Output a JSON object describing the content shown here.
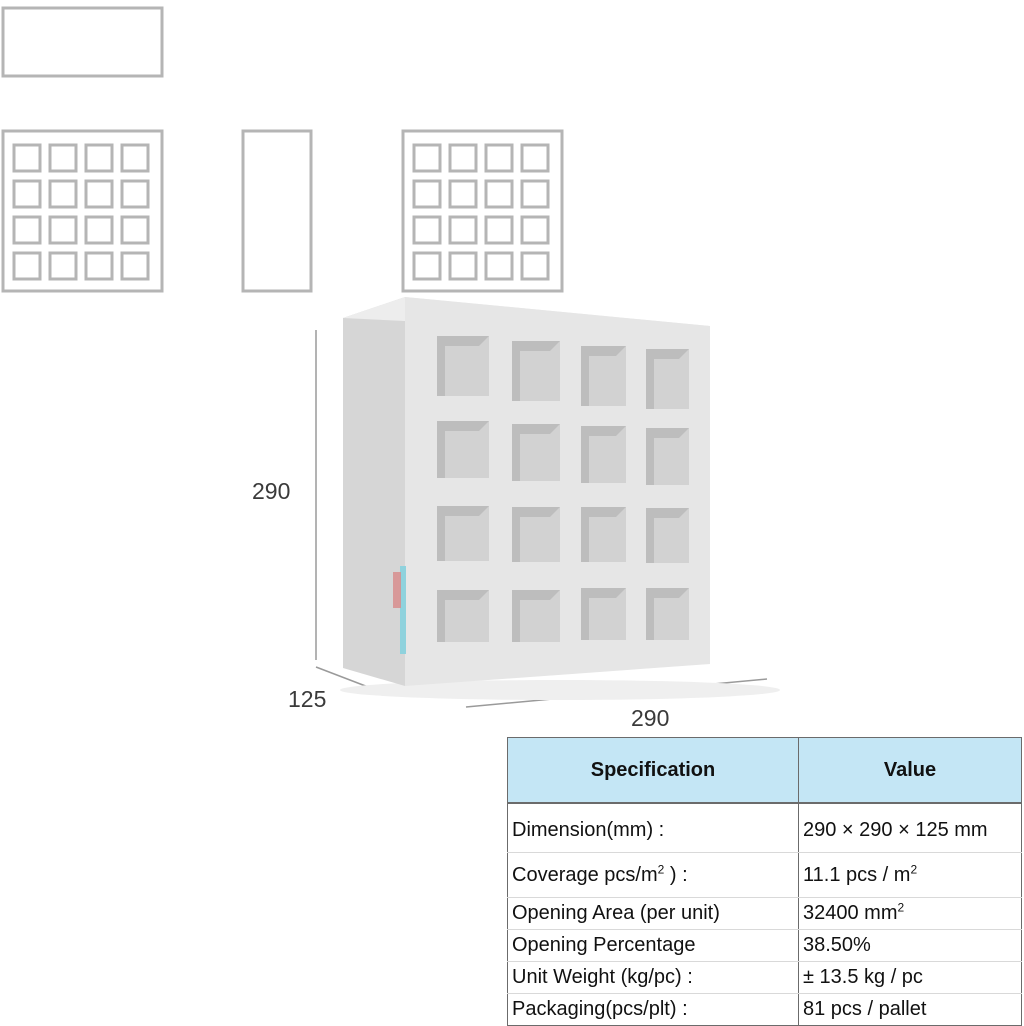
{
  "dimensions": {
    "height": "290",
    "depth": "125",
    "width": "290"
  },
  "table": {
    "headers": [
      "Specification",
      "Value"
    ],
    "rows": [
      {
        "label": "Dimension(mm) :",
        "value": "290 × 290 × 125 mm"
      },
      {
        "label_pre": "Coverage pcs/m",
        "label_sup": "2",
        "label_post": " ) :",
        "value_pre": "11.1 pcs / m",
        "value_sup": "2"
      },
      {
        "label": "Opening Area (per unit)",
        "value_pre": "32400 mm",
        "value_sup": "2"
      },
      {
        "label": "Opening Percentage",
        "value": "38.50%"
      },
      {
        "label": "Unit Weight (kg/pc) :",
        "value": "± 13.5 kg / pc"
      },
      {
        "label": "Packaging(pcs/plt) :",
        "value": "81 pcs / pallet"
      }
    ]
  },
  "colors": {
    "header_bg": "#c4e6f5",
    "block_face": "#e4e4e4",
    "block_side": "#d4d4d4"
  }
}
